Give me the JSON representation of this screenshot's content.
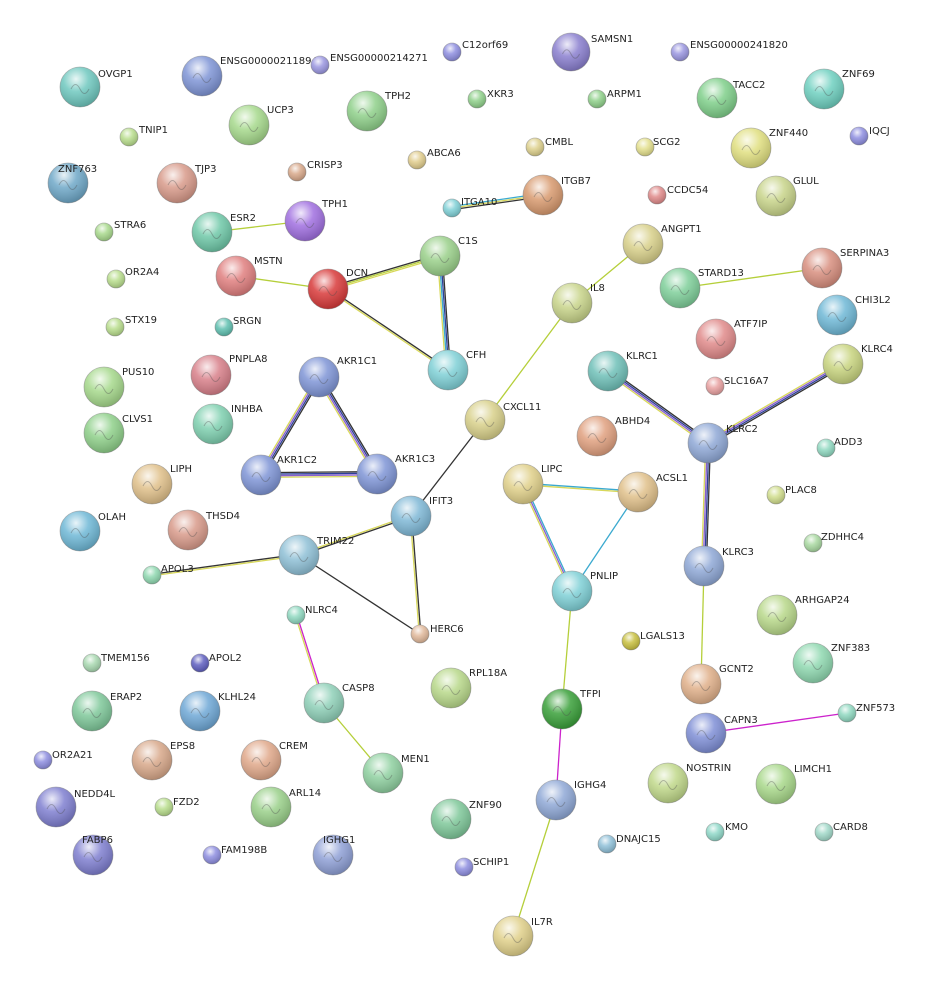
{
  "colors": {
    "edge_black": "#333333",
    "edge_lime": "#b5cf3a",
    "edge_yellow": "#d8d85a",
    "edge_blue": "#2e3f99",
    "edge_cyan": "#3aa9cf",
    "edge_purple": "#8a5fcf",
    "edge_magenta": "#cc22cc"
  },
  "nodes": [
    {
      "id": "ENSG00000211894",
      "color": "#7f95d6"
    },
    {
      "id": "ENSG00000214271",
      "color": "#9a96e0"
    },
    {
      "id": "C12orf69",
      "color": "#8e8ee0"
    },
    {
      "id": "SAMSN1",
      "color": "#8a7fcf"
    },
    {
      "id": "ENSG00000241820",
      "color": "#9a96e0"
    },
    {
      "id": "OVGP1",
      "color": "#6fc8bf"
    },
    {
      "id": "ZNF69",
      "color": "#6fd0c0"
    },
    {
      "id": "XKR3",
      "color": "#8fd08a"
    },
    {
      "id": "ARPM1",
      "color": "#8fd08a"
    },
    {
      "id": "TACC2",
      "color": "#7fcf8a"
    },
    {
      "id": "UCP3",
      "color": "#a6d98c"
    },
    {
      "id": "TPH2",
      "color": "#8fd08a"
    },
    {
      "id": "IQCJ",
      "color": "#8e8ee0"
    },
    {
      "id": "TNIP1",
      "color": "#b8dd8c"
    },
    {
      "id": "CMBL",
      "color": "#ddd08c"
    },
    {
      "id": "SCG2",
      "color": "#e3df8c"
    },
    {
      "id": "ZNF440",
      "color": "#e0df80"
    },
    {
      "id": "ABCA6",
      "color": "#e0cc8c"
    },
    {
      "id": "ZNF763",
      "color": "#6fa8c8"
    },
    {
      "id": "TJP3",
      "color": "#d89a8a"
    },
    {
      "id": "CRISP3",
      "color": "#d8a88a"
    },
    {
      "id": "ITGB7",
      "color": "#d89a6f"
    },
    {
      "id": "CCDC54",
      "color": "#e08a8a"
    },
    {
      "id": "GLUL",
      "color": "#c8d48a"
    },
    {
      "id": "ITGA10",
      "color": "#7fd0d6"
    },
    {
      "id": "TPH1",
      "color": "#a06fe0"
    },
    {
      "id": "ESR2",
      "color": "#6fc8a8"
    },
    {
      "id": "STRA6",
      "color": "#a8d98c"
    },
    {
      "id": "ANGPT1",
      "color": "#d8d08a"
    },
    {
      "id": "C1S",
      "color": "#9ad08a"
    },
    {
      "id": "MSTN",
      "color": "#e07f7f"
    },
    {
      "id": "DCN",
      "color": "#d83a3a"
    },
    {
      "id": "SERPINA3",
      "color": "#d88f7f"
    },
    {
      "id": "OR2A4",
      "color": "#b8dd8c"
    },
    {
      "id": "STARD13",
      "color": "#7fcf9a"
    },
    {
      "id": "IL8",
      "color": "#c8d48a"
    },
    {
      "id": "CHI3L2",
      "color": "#6fb8d6"
    },
    {
      "id": "STX19",
      "color": "#b8dd8c"
    },
    {
      "id": "SRGN",
      "color": "#5fc0b0"
    },
    {
      "id": "ATF7IP",
      "color": "#e08a8a"
    },
    {
      "id": "KLRC4",
      "color": "#c8d47f"
    },
    {
      "id": "PUS10",
      "color": "#a6d98c"
    },
    {
      "id": "PNPLA8",
      "color": "#d8808a"
    },
    {
      "id": "AKR1C1",
      "color": "#7f95d6"
    },
    {
      "id": "CFH",
      "color": "#7fd0d6"
    },
    {
      "id": "KLRC1",
      "color": "#6fc0b8"
    },
    {
      "id": "SLC16A7",
      "color": "#e8a0a0"
    },
    {
      "id": "CLVS1",
      "color": "#8fd08a"
    },
    {
      "id": "INHBA",
      "color": "#7fd0b0"
    },
    {
      "id": "CXCL11",
      "color": "#d8d08a"
    },
    {
      "id": "ABHD4",
      "color": "#e0a07f"
    },
    {
      "id": "ADD3",
      "color": "#8fd8c0"
    },
    {
      "id": "KLRC2",
      "color": "#8fa8d6"
    },
    {
      "id": "LIPH",
      "color": "#e0c08a"
    },
    {
      "id": "AKR1C2",
      "color": "#7f95d6"
    },
    {
      "id": "AKR1C3",
      "color": "#7f95d6"
    },
    {
      "id": "LIPC",
      "color": "#e0d08a"
    },
    {
      "id": "ACSL1",
      "color": "#e0c08a"
    },
    {
      "id": "PLAC8",
      "color": "#d0dd8c"
    },
    {
      "id": "OLAH",
      "color": "#6fb8d6"
    },
    {
      "id": "THSD4",
      "color": "#d89a8a"
    },
    {
      "id": "IFIT3",
      "color": "#7fb8d6"
    },
    {
      "id": "ZDHHC4",
      "color": "#a8d8a0"
    },
    {
      "id": "TRIM22",
      "color": "#8fc0d6"
    },
    {
      "id": "KLRC3",
      "color": "#8fa8d6"
    },
    {
      "id": "APOL3",
      "color": "#8fd8b0"
    },
    {
      "id": "PNLIP",
      "color": "#7fd0d6"
    },
    {
      "id": "ARHGAP24",
      "color": "#b8d88a"
    },
    {
      "id": "NLRC4",
      "color": "#8fd8c0"
    },
    {
      "id": "HERC6",
      "color": "#e0b89a"
    },
    {
      "id": "LGALS13",
      "color": "#c8c040"
    },
    {
      "id": "TMEM156",
      "color": "#a8d8b0"
    },
    {
      "id": "APOL2",
      "color": "#5f5fc0"
    },
    {
      "id": "ZNF383",
      "color": "#8fd8b0"
    },
    {
      "id": "RPL18A",
      "color": "#b8d88a"
    },
    {
      "id": "GCNT2",
      "color": "#e0b08a"
    },
    {
      "id": "ERAP2",
      "color": "#7fc89a"
    },
    {
      "id": "KLHL24",
      "color": "#6fa8d6"
    },
    {
      "id": "CASP8",
      "color": "#8fd0b8"
    },
    {
      "id": "TFPI",
      "color": "#3aa03a"
    },
    {
      "id": "ZNF573",
      "color": "#8fd8c0"
    },
    {
      "id": "CAPN3",
      "color": "#7f8fd6"
    },
    {
      "id": "OR2A21",
      "color": "#8e8ee0"
    },
    {
      "id": "EPS8",
      "color": "#d8a88a"
    },
    {
      "id": "CREM",
      "color": "#e0a88a"
    },
    {
      "id": "MEN1",
      "color": "#8fd0a0"
    },
    {
      "id": "NOSTRIN",
      "color": "#c0d88a"
    },
    {
      "id": "LIMCH1",
      "color": "#a8d88a"
    },
    {
      "id": "NEDD4L",
      "color": "#7f7fd0"
    },
    {
      "id": "FZD2",
      "color": "#b8dd8c"
    },
    {
      "id": "ARL14",
      "color": "#9ad08a"
    },
    {
      "id": "IGHG4",
      "color": "#8fa8d6"
    },
    {
      "id": "ZNF90",
      "color": "#7fc89a"
    },
    {
      "id": "KMO",
      "color": "#8fd8c8"
    },
    {
      "id": "CARD8",
      "color": "#a0d8c8"
    },
    {
      "id": "FABP6",
      "color": "#7f7fd0"
    },
    {
      "id": "FAM198B",
      "color": "#8e8ee0"
    },
    {
      "id": "IGHG1",
      "color": "#8fa0d6"
    },
    {
      "id": "DNAJC15",
      "color": "#8fc0d8"
    },
    {
      "id": "SCHIP1",
      "color": "#8e8ee0"
    },
    {
      "id": "IL7R",
      "color": "#e0d08a"
    }
  ],
  "edges": [
    {
      "from": "ESR2",
      "to": "TPH1",
      "colors": [
        "edge_lime"
      ]
    },
    {
      "from": "MSTN",
      "to": "DCN",
      "colors": [
        "edge_lime"
      ]
    },
    {
      "from": "DCN",
      "to": "C1S",
      "colors": [
        "edge_black",
        "edge_lime",
        "edge_yellow"
      ]
    },
    {
      "from": "DCN",
      "to": "CFH",
      "colors": [
        "edge_black",
        "edge_yellow"
      ]
    },
    {
      "from": "C1S",
      "to": "CFH",
      "colors": [
        "edge_black",
        "edge_blue",
        "edge_cyan",
        "edge_yellow"
      ]
    },
    {
      "from": "ITGA10",
      "to": "ITGB7",
      "colors": [
        "edge_cyan",
        "edge_yellow",
        "edge_black"
      ]
    },
    {
      "from": "ANGPT1",
      "to": "IL8",
      "colors": [
        "edge_lime"
      ]
    },
    {
      "from": "IL8",
      "to": "CXCL11",
      "colors": [
        "edge_lime"
      ]
    },
    {
      "from": "STARD13",
      "to": "SERPINA3",
      "colors": [
        "edge_lime"
      ]
    },
    {
      "from": "AKR1C1",
      "to": "AKR1C2",
      "colors": [
        "edge_black",
        "edge_blue",
        "edge_purple",
        "edge_yellow"
      ]
    },
    {
      "from": "AKR1C1",
      "to": "AKR1C3",
      "colors": [
        "edge_black",
        "edge_blue",
        "edge_purple",
        "edge_yellow"
      ]
    },
    {
      "from": "AKR1C2",
      "to": "AKR1C3",
      "colors": [
        "edge_black",
        "edge_blue",
        "edge_purple",
        "edge_yellow"
      ]
    },
    {
      "from": "CXCL11",
      "to": "IFIT3",
      "colors": [
        "edge_black"
      ]
    },
    {
      "from": "KLRC1",
      "to": "KLRC2",
      "colors": [
        "edge_black",
        "edge_blue",
        "edge_purple",
        "edge_yellow"
      ]
    },
    {
      "from": "KLRC4",
      "to": "KLRC2",
      "colors": [
        "edge_black",
        "edge_blue",
        "edge_purple",
        "edge_yellow"
      ]
    },
    {
      "from": "KLRC2",
      "to": "KLRC3",
      "colors": [
        "edge_black",
        "edge_blue",
        "edge_purple",
        "edge_yellow"
      ]
    },
    {
      "from": "LIPC",
      "to": "ACSL1",
      "colors": [
        "edge_cyan",
        "edge_yellow"
      ]
    },
    {
      "from": "LIPC",
      "to": "PNLIP",
      "colors": [
        "edge_cyan",
        "edge_purple",
        "edge_yellow"
      ]
    },
    {
      "from": "ACSL1",
      "to": "PNLIP",
      "colors": [
        "edge_cyan"
      ]
    },
    {
      "from": "IFIT3",
      "to": "TRIM22",
      "colors": [
        "edge_black",
        "edge_yellow"
      ]
    },
    {
      "from": "IFIT3",
      "to": "HERC6",
      "colors": [
        "edge_black",
        "edge_yellow"
      ]
    },
    {
      "from": "TRIM22",
      "to": "HERC6",
      "colors": [
        "edge_black"
      ]
    },
    {
      "from": "APOL3",
      "to": "TRIM22",
      "colors": [
        "edge_black",
        "edge_yellow"
      ]
    },
    {
      "from": "NLRC4",
      "to": "CASP8",
      "colors": [
        "edge_magenta",
        "edge_yellow"
      ]
    },
    {
      "from": "CASP8",
      "to": "MEN1",
      "colors": [
        "edge_lime"
      ]
    },
    {
      "from": "PNLIP",
      "to": "TFPI",
      "colors": [
        "edge_lime"
      ]
    },
    {
      "from": "TFPI",
      "to": "IGHG4",
      "colors": [
        "edge_magenta"
      ]
    },
    {
      "from": "IGHG4",
      "to": "IL7R",
      "colors": [
        "edge_lime"
      ]
    },
    {
      "from": "KLRC3",
      "to": "GCNT2",
      "colors": [
        "edge_lime"
      ]
    },
    {
      "from": "CAPN3",
      "to": "ZNF573",
      "colors": [
        "edge_magenta"
      ]
    }
  ]
}
